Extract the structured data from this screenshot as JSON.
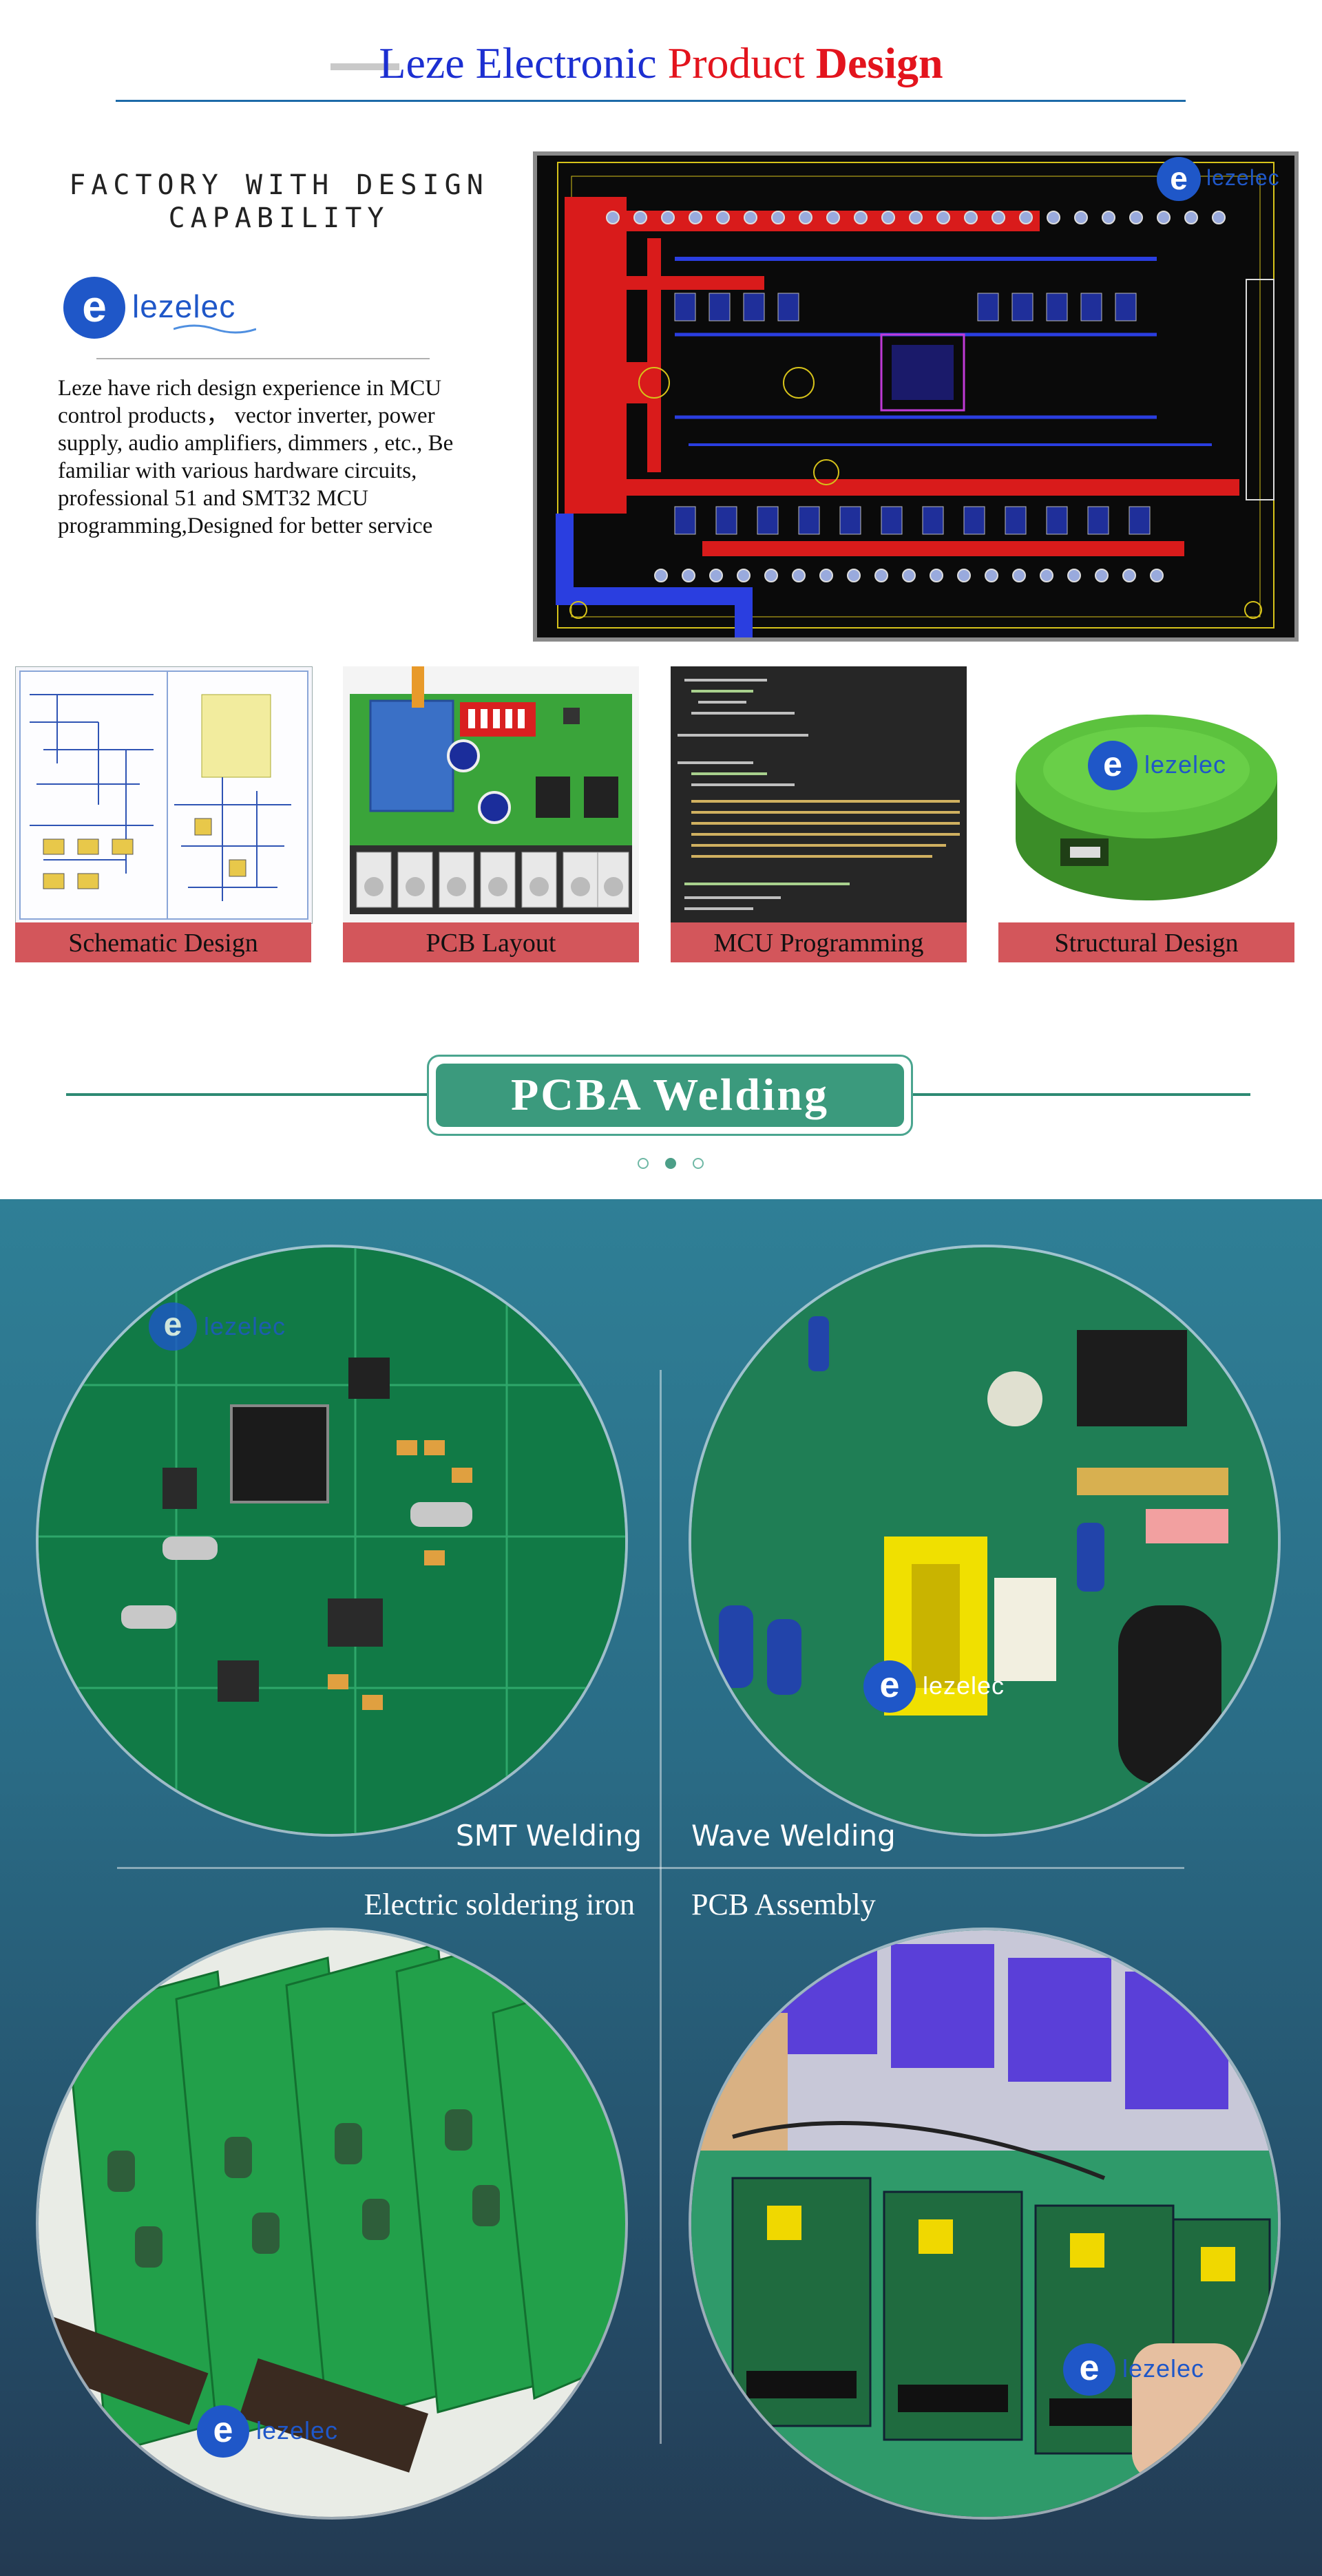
{
  "header": {
    "title_part1": "Leze Electronic",
    "title_part2": "Product",
    "title_part3": "Design"
  },
  "factory": {
    "line1": "FACTORY WITH DESIGN",
    "line2": "CAPABILITY"
  },
  "logo": {
    "letter": "e",
    "word": "lezelec"
  },
  "intro": {
    "text": "Leze have rich design experience in MCU control products， vector inverter, power supply, audio amplifiers, dimmers , etc.,  Be familiar with various hardware circuits, professional 51 and SMT32 MCU programming,Designed for better service"
  },
  "cards": [
    {
      "label": "Schematic Design"
    },
    {
      "label": "PCB  Layout"
    },
    {
      "label": "MCU Programming"
    },
    {
      "label": "Structural Design"
    }
  ],
  "pcba": {
    "title": "PCBA Welding"
  },
  "welding": {
    "smt": "SMT Welding",
    "wave": "Wave  Welding",
    "iron": "Electric soldering iron",
    "assembly": "PCB Assembly"
  },
  "colors": {
    "title_blue": "#1c2fd1",
    "title_red": "#e3141d",
    "caption_bg": "#d3565b",
    "pcba_green": "#3b9a7d",
    "panel_top": "#2f7f96",
    "panel_bottom": "#233a52"
  }
}
